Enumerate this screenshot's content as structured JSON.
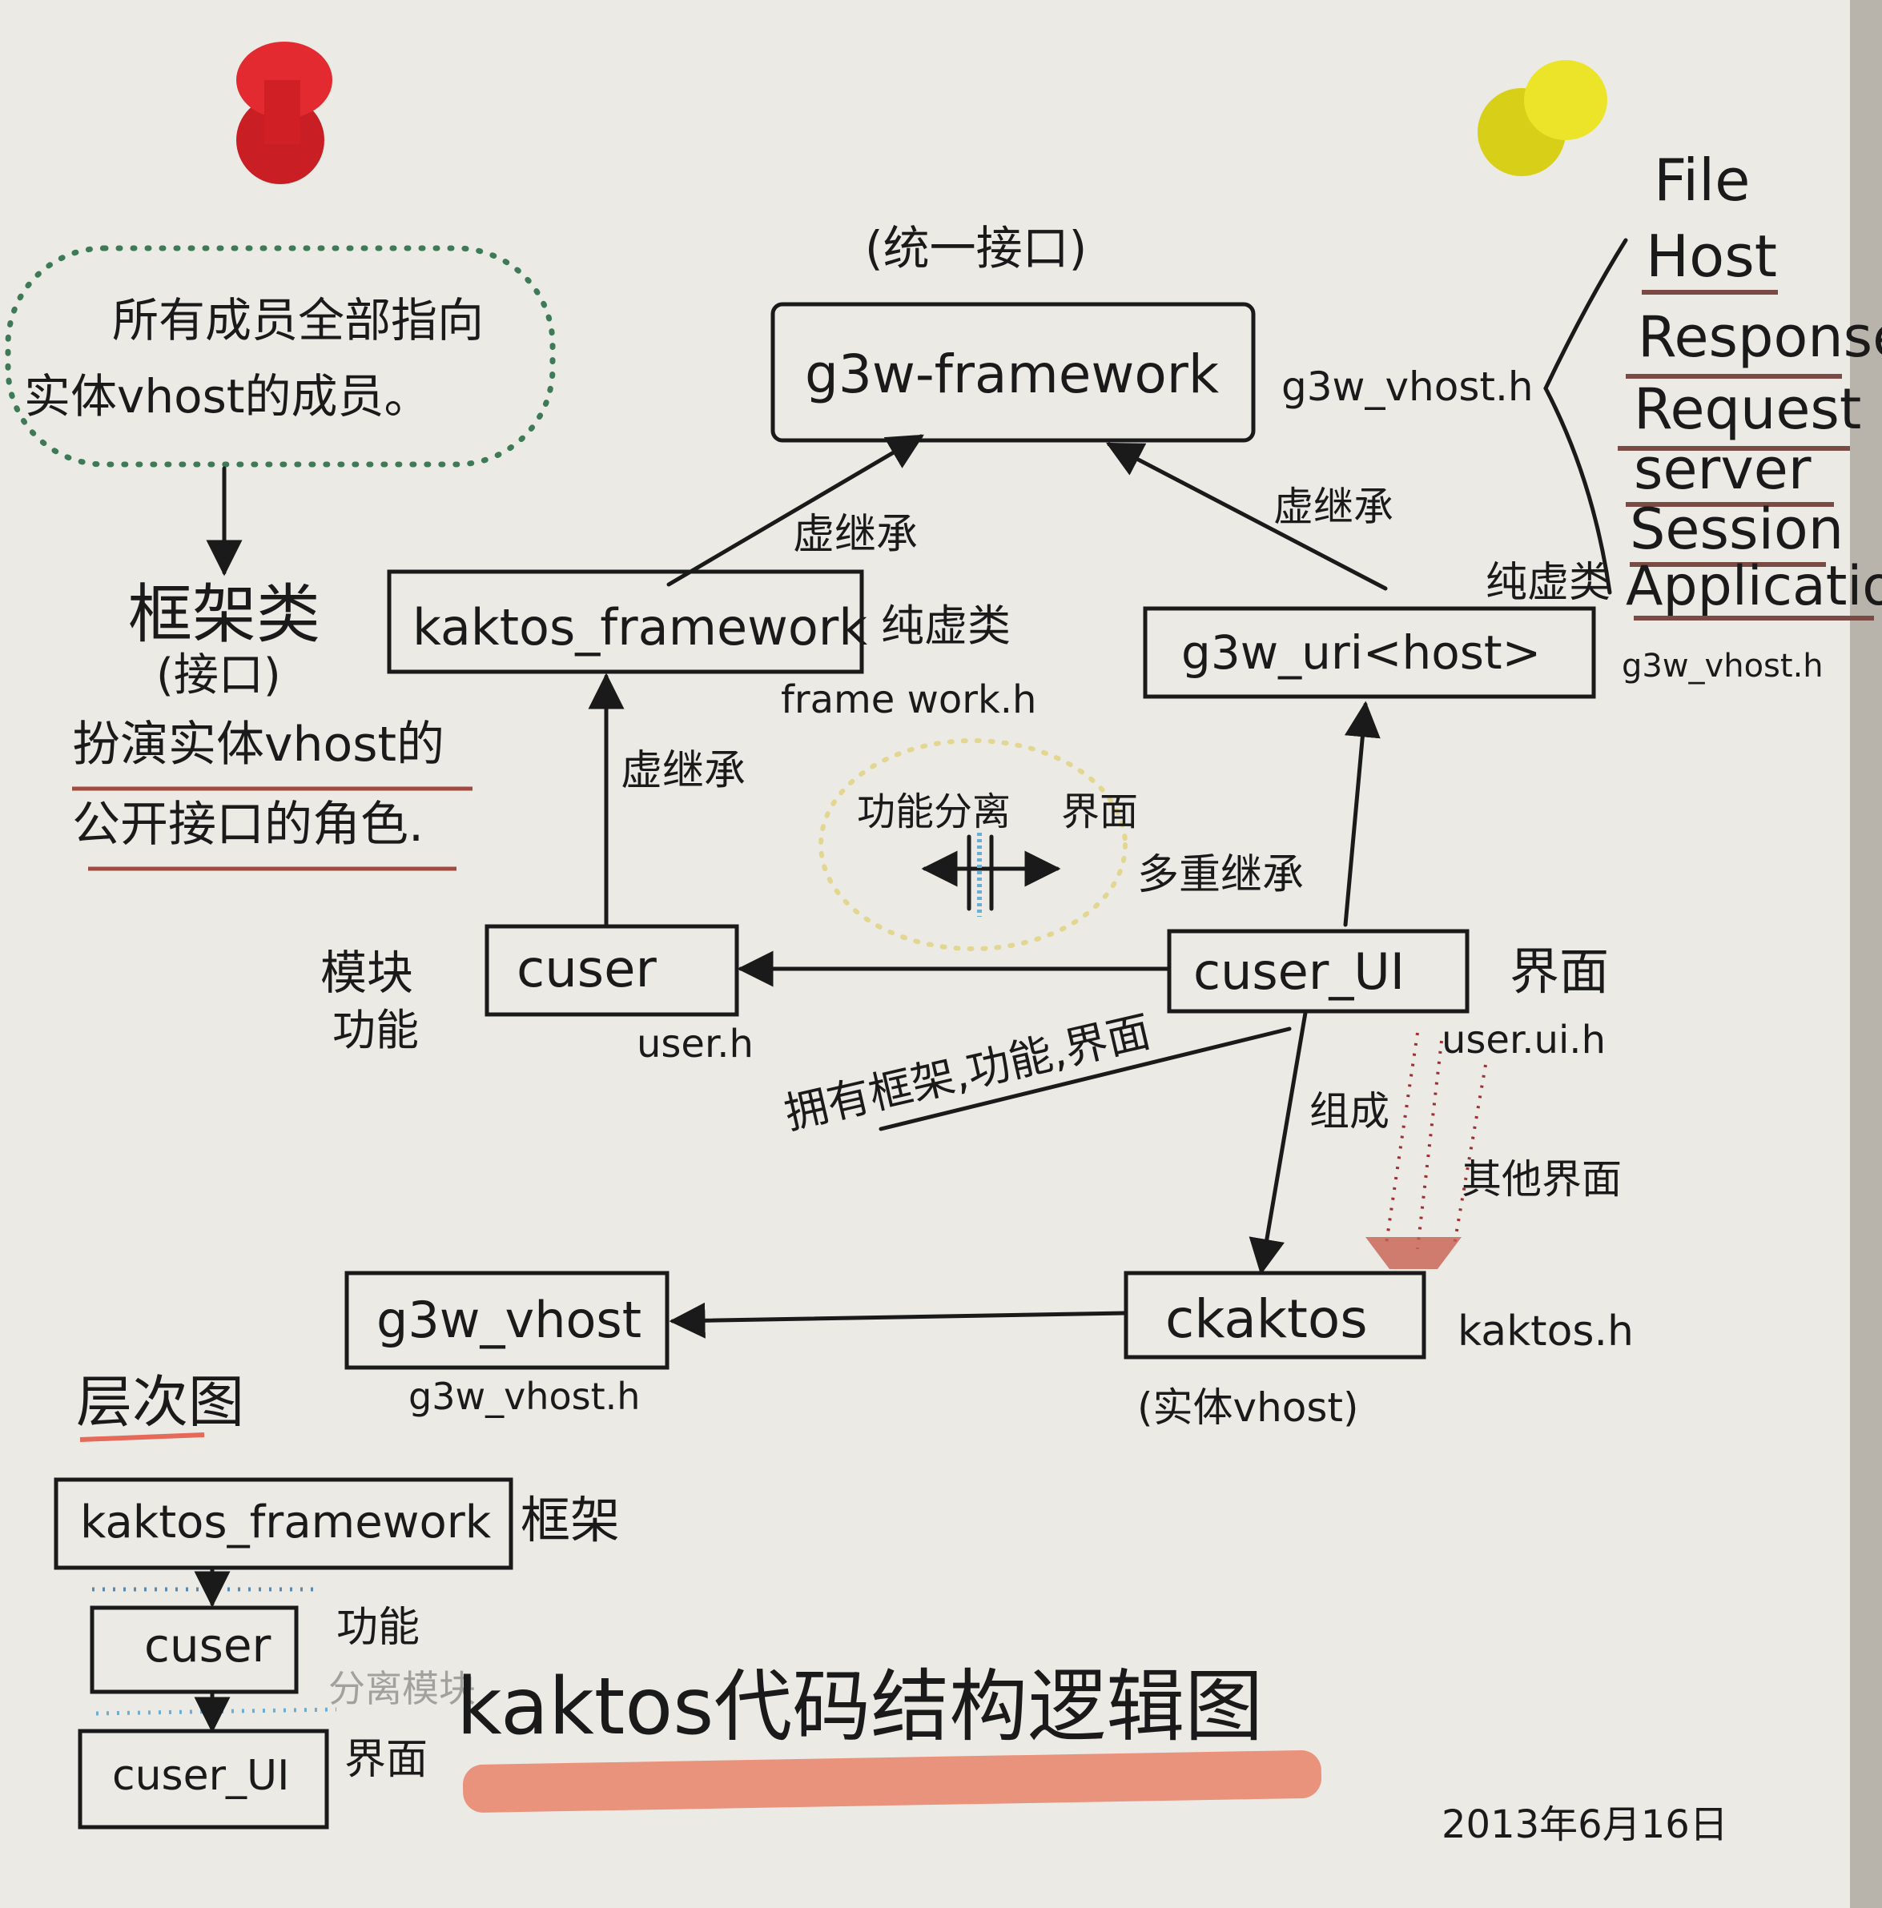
{
  "title": "kaktos代码结构逻辑图",
  "date": "2013年6月16日",
  "top_label": "(统一接口)",
  "cloud_note": [
    "所有成员全部指向",
    "实体vhost的成员。"
  ],
  "framework_class_note": {
    "title": "框架类",
    "subtitle": "(接口)",
    "desc": [
      "扮演实体vhost的",
      "公开接口的角色."
    ]
  },
  "classes": {
    "g3w_framework": {
      "name": "g3w-framework",
      "file": "g3w_vhost.h"
    },
    "kaktos_framework": {
      "name": "kaktos_framework",
      "kind": "纯虚类",
      "file": "frame work.h"
    },
    "g3w_uri": {
      "name": "g3w_uri<host>",
      "kind": "纯虚类",
      "file": "g3w_vhost.h"
    },
    "cuser": {
      "name": "cuser",
      "role": [
        "模块",
        "功能"
      ],
      "file": "user.h"
    },
    "cuser_ui": {
      "name": "cuser_UI",
      "role": "界面",
      "file": "user.ui.h"
    },
    "ckaktos": {
      "name": "ckaktos",
      "file": "kaktos.h",
      "note": "(实体vhost)"
    },
    "g3w_vhost": {
      "name": "g3w_vhost",
      "file": "g3w_vhost.h"
    }
  },
  "relations": {
    "virtual_inherit_left": "虚继承",
    "virtual_inherit_right": "虚继承",
    "virtual_inherit_mid": "虚继承",
    "multi_inherit": "多重继承",
    "separation_func": "功能分离",
    "separation_ui": "界面",
    "owns": "拥有框架,功能,界面",
    "composes": "组成",
    "other_ui": "其他界面"
  },
  "vhost_members": [
    "File",
    "Host",
    "Response",
    "Request",
    "server",
    "Session",
    "Application"
  ],
  "hierarchy": {
    "title": "层次图",
    "levels": [
      {
        "name": "kaktos_framework",
        "label": "框架"
      },
      {
        "name": "cuser",
        "label": "功能"
      },
      {
        "name": "cuser_UI",
        "label": "界面"
      }
    ],
    "faint_label": "分离模块"
  },
  "colors": {
    "paper": "#ecebe6",
    "ink": "#1a1a1a",
    "highlight": "#e9826a",
    "brown": "#7a4a44",
    "pin_red": "#d8262c",
    "pin_yellow": "#e8e020",
    "cloud_green": "#3d7a55",
    "blue": "#6aaed6"
  }
}
